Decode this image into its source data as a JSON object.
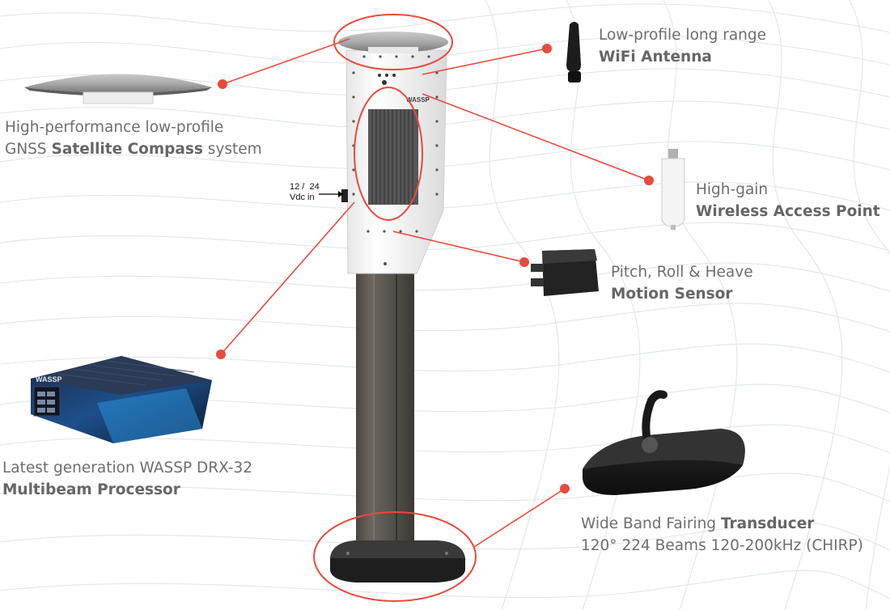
{
  "components": {
    "gnss": {
      "line1": "High-performance low-profile",
      "line2_prefix": "GNSS ",
      "line2_bold": "Satellite Compass",
      "line2_suffix": " system"
    },
    "wifi": {
      "line1": "Low-profile long range",
      "line2_bold": "WiFi Antenna"
    },
    "access_point": {
      "line1": "High-gain",
      "line2_bold": "Wireless Access Point"
    },
    "motion_sensor": {
      "line1": "Pitch, Roll & Heave",
      "line2_bold": "Motion Sensor"
    },
    "processor": {
      "line1": "Latest generation WASSP DRX-32",
      "line2_bold": "Multibeam Processor"
    },
    "transducer": {
      "line1_prefix": "Wide Band Fairing ",
      "line1_bold": "Transducer",
      "line2": "120° 224 Beams 120-200kHz (CHIRP)"
    },
    "power_input": {
      "line1": "12 /  24",
      "line2": "Vdc in"
    }
  },
  "brand": {
    "logo_text": "WASSP"
  },
  "colors": {
    "callout_red": "#e94a3c",
    "label_gray": "#6e6e6e",
    "background_wave": "#dfe6e9"
  }
}
